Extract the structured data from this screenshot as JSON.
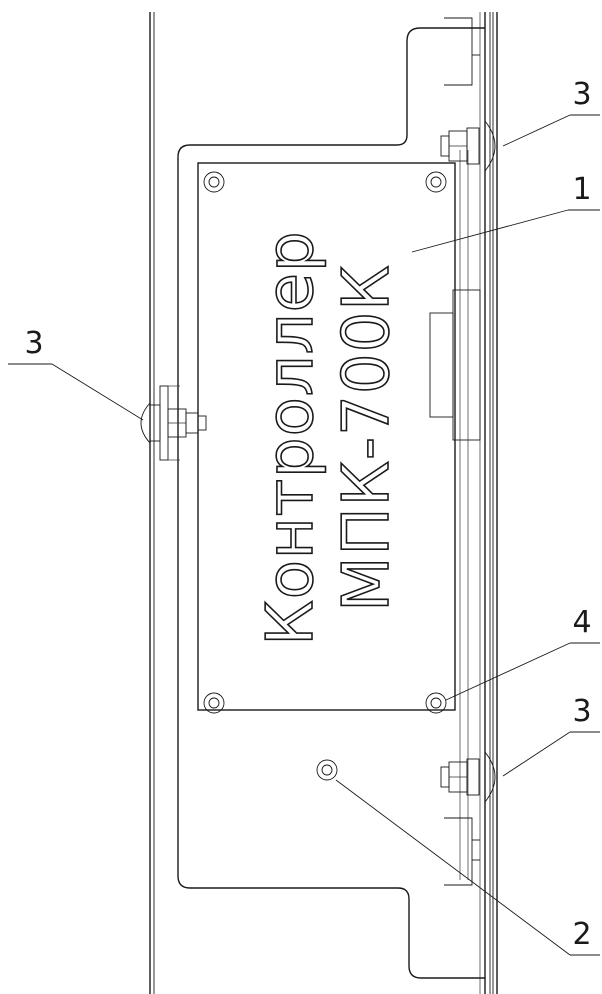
{
  "drawing": {
    "plate": {
      "title_line1": "Контроллер",
      "title_line2": "МПК-700К"
    },
    "callouts": [
      {
        "id": "callout-1",
        "number": "1"
      },
      {
        "id": "callout-2",
        "number": "2"
      },
      {
        "id": "callout-3-top",
        "number": "3"
      },
      {
        "id": "callout-3-left",
        "number": "3"
      },
      {
        "id": "callout-3-bottom",
        "number": "3"
      },
      {
        "id": "callout-4",
        "number": "4"
      }
    ]
  }
}
